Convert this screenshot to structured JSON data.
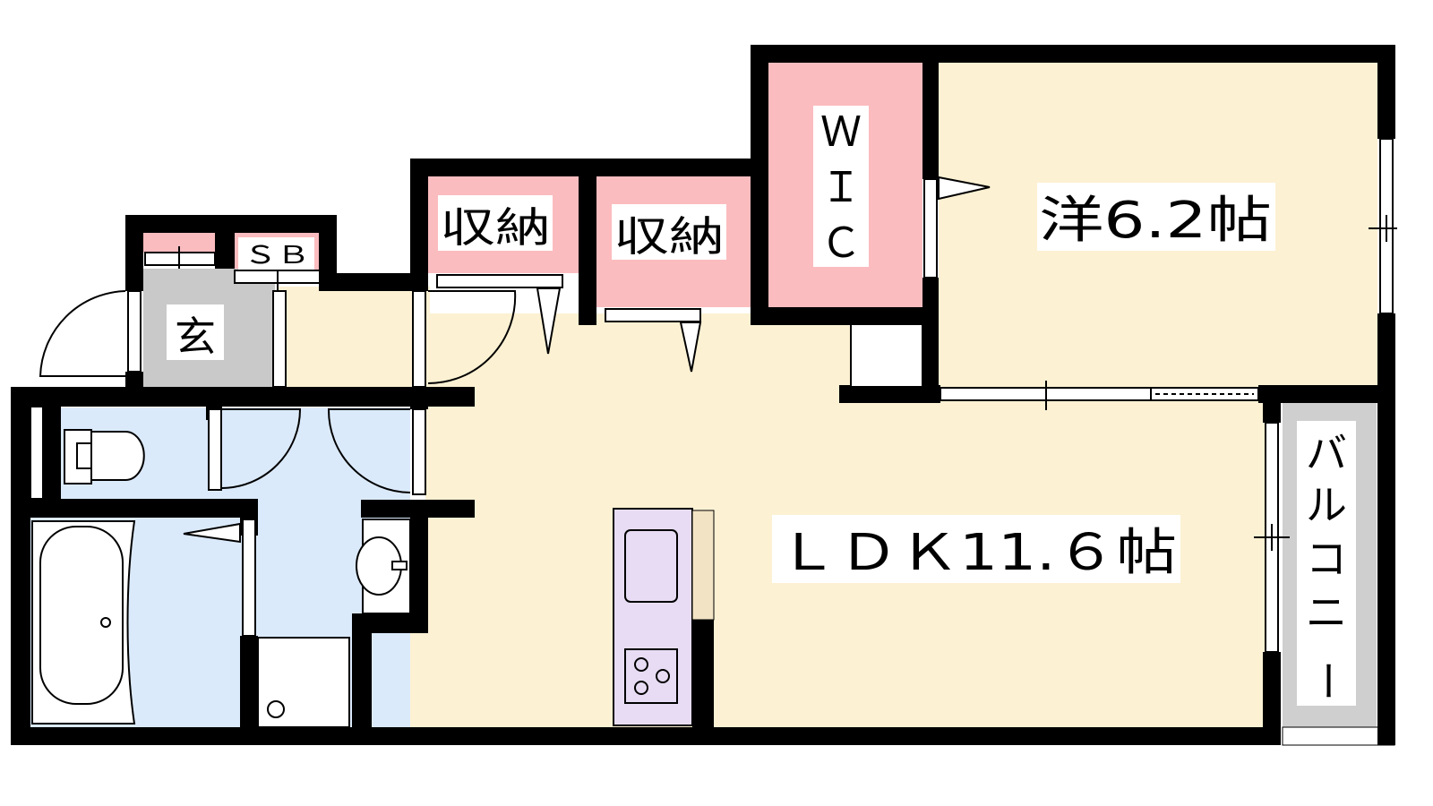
{
  "floorplan": {
    "rooms": {
      "western": {
        "label": "洋6.2帖"
      },
      "ldk": {
        "label": "ＬＤＫ11.６帖"
      },
      "wic": {
        "label_lines": [
          "Ｗ",
          "Ｉ",
          "Ｃ"
        ]
      },
      "storage_left": {
        "label": "収納"
      },
      "storage_right": {
        "label": "収納"
      },
      "entrance": {
        "label": "玄"
      },
      "shoe_box": {
        "label": "ＳＢ"
      },
      "balcony": {
        "label_lines": [
          "バ",
          "ル",
          "コ",
          "ニ",
          "ー"
        ]
      }
    },
    "colors": {
      "wall": "#000000",
      "living_floor": "#fcf1d3",
      "storage": "#fbbcbf",
      "wet_area": "#dbeafb",
      "entrance": "#c9c9c9",
      "balcony": "#cfcfcf",
      "kitchen": "#e7dcf3",
      "counter": "#f2e3c4",
      "fixture": "#ffffff"
    }
  }
}
